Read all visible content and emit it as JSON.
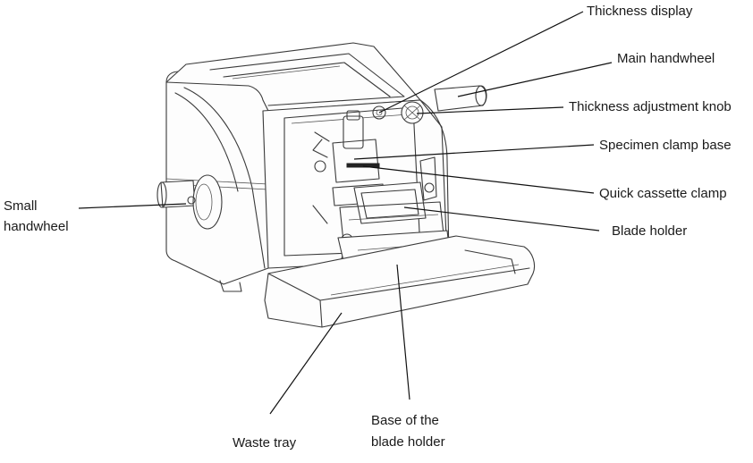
{
  "labels": {
    "thickness_display": "Thickness display",
    "main_handwheel": "Main handwheel",
    "thickness_adjustment_knob": "Thickness adjustment knob",
    "specimen_clamp_base": "Specimen clamp base",
    "quick_cassette_clamp": "Quick cassette clamp",
    "blade_holder": "Blade holder",
    "small_handwheel_line1": "Small",
    "small_handwheel_line2": "handwheel",
    "waste_tray": "Waste tray",
    "base_blade_holder_line1": "Base of the",
    "base_blade_holder_line2": "blade holder"
  }
}
